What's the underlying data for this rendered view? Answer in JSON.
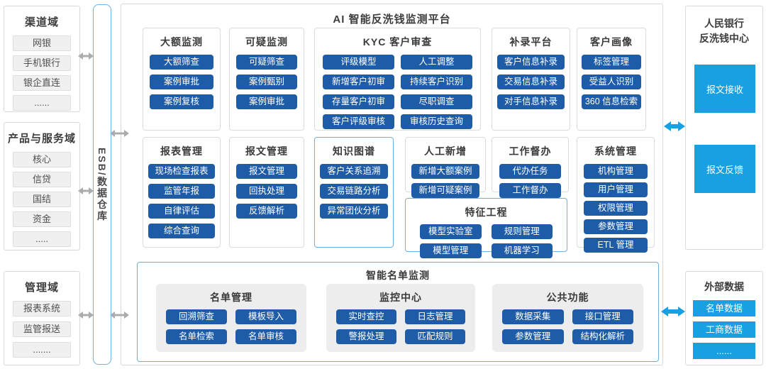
{
  "colors": {
    "module_chip_blue": "#1e5ca8",
    "accent_bright_blue": "#18a0e2",
    "highlight_border_blue": "#6cb1e1",
    "arrow_gray": "#acacac"
  },
  "left_domains": [
    {
      "title": "渠道域",
      "items": [
        "网银",
        "手机银行",
        "银企直连",
        "......"
      ]
    },
    {
      "title": "产品与服务域",
      "items": [
        "核心",
        "信贷",
        "国结",
        "资金",
        "....."
      ]
    },
    {
      "title": "管理域",
      "items": [
        "报表系统",
        "监管报送",
        "......."
      ]
    }
  ],
  "esb_label": "ESB/数据仓库",
  "platform": {
    "title": "AI 智能反洗钱监测平台",
    "sections": [
      {
        "title": "大额监测",
        "items": [
          "大额筛查",
          "案例审批",
          "案例复核"
        ]
      },
      {
        "title": "可疑监测",
        "items": [
          "可疑筛查",
          "案例甄别",
          "案例审批"
        ]
      },
      {
        "title": "KYC 客户审查",
        "items": [
          "评级模型",
          "人工调整",
          "新增客户初审",
          "持续客户识别",
          "存量客户初审",
          "尽职调查",
          "客户评级审核",
          "审核历史查询"
        ]
      },
      {
        "title": "补录平台",
        "items": [
          "客户信息补录",
          "交易信息补录",
          "对手信息补录"
        ]
      },
      {
        "title": "客户画像",
        "items": [
          "标签管理",
          "受益人识别",
          "360 信息检索"
        ]
      },
      {
        "title": "报表管理",
        "items": [
          "现场检查报表",
          "监管年报",
          "自律评估",
          "综合查询"
        ]
      },
      {
        "title": "报文管理",
        "items": [
          "报文管理",
          "回执处理",
          "反馈解析"
        ]
      },
      {
        "title": "知识图谱",
        "items": [
          "客户关系追溯",
          "交易链路分析",
          "异常团伙分析"
        ]
      },
      {
        "title": "人工新增",
        "items": [
          "新增大额案例",
          "新增可疑案例"
        ]
      },
      {
        "title": "工作督办",
        "items": [
          "代办任务",
          "工作督办"
        ]
      },
      {
        "title": "系统管理",
        "items": [
          "机构管理",
          "用户管理",
          "权限管理",
          "参数管理",
          "ETL 管理"
        ]
      },
      {
        "title": "特征工程",
        "items": [
          "模型实验室",
          "规则管理",
          "模型管理",
          "机器学习"
        ]
      }
    ],
    "smart_list": {
      "title": "智能名单监测",
      "groups": [
        {
          "title": "名单管理",
          "items": [
            "回溯筛查",
            "模板导入",
            "名单检索",
            "名单审核"
          ]
        },
        {
          "title": "监控中心",
          "items": [
            "实时查控",
            "日志管理",
            "警报处理",
            "匹配规则"
          ]
        },
        {
          "title": "公共功能",
          "items": [
            "数据采集",
            "接口管理",
            "参数管理",
            "结构化解析"
          ]
        }
      ]
    }
  },
  "right_panels": {
    "pboc": {
      "title_line1": "人民银行",
      "title_line2": "反洗钱中心",
      "items": [
        "报文接收",
        "报文反馈"
      ]
    },
    "external": {
      "title": "外部数据",
      "items": [
        "名单数据",
        "工商数据",
        "......"
      ]
    }
  }
}
